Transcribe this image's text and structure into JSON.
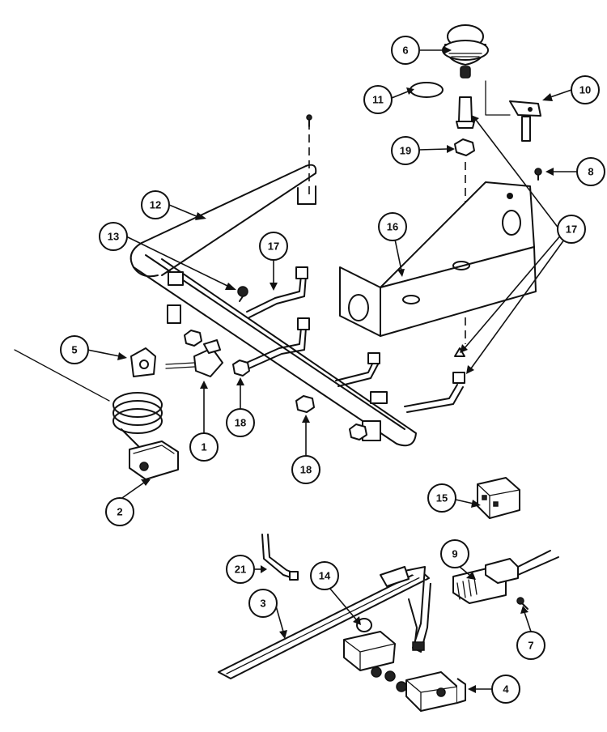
{
  "callouts": {
    "c1": "1",
    "c2": "2",
    "c3": "3",
    "c4": "4",
    "c5": "5",
    "c6": "6",
    "c7": "7",
    "c8": "8",
    "c9": "9",
    "c10": "10",
    "c11": "11",
    "c12": "12",
    "c13": "13",
    "c14": "14",
    "c15": "15",
    "c16": "16",
    "c17a": "17",
    "c17b": "17",
    "c18a": "18",
    "c18b": "18",
    "c19": "19",
    "c21": "21"
  }
}
